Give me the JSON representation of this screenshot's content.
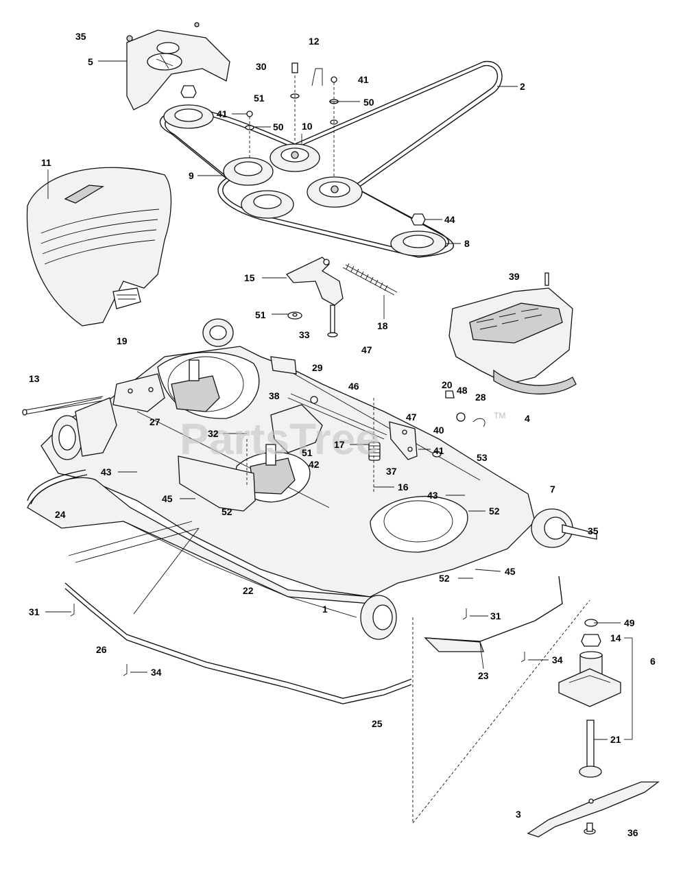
{
  "watermark": {
    "text": "PartsTree",
    "trademark": "TM"
  },
  "callouts": [
    {
      "id": "c35a",
      "text": "35"
    },
    {
      "id": "c5",
      "text": "5"
    },
    {
      "id": "c12",
      "text": "12"
    },
    {
      "id": "c30",
      "text": "30"
    },
    {
      "id": "c41a",
      "text": "41"
    },
    {
      "id": "c2",
      "text": "2"
    },
    {
      "id": "c51a",
      "text": "51"
    },
    {
      "id": "c50a",
      "text": "50"
    },
    {
      "id": "c41b",
      "text": "41"
    },
    {
      "id": "c50b",
      "text": "50"
    },
    {
      "id": "c10",
      "text": "10"
    },
    {
      "id": "c11",
      "text": "11"
    },
    {
      "id": "c9",
      "text": "9"
    },
    {
      "id": "c44",
      "text": "44"
    },
    {
      "id": "c8",
      "text": "8"
    },
    {
      "id": "c15",
      "text": "15"
    },
    {
      "id": "c39",
      "text": "39"
    },
    {
      "id": "c51b",
      "text": "51"
    },
    {
      "id": "c33",
      "text": "33"
    },
    {
      "id": "c18",
      "text": "18"
    },
    {
      "id": "c19",
      "text": "19"
    },
    {
      "id": "c47a",
      "text": "47"
    },
    {
      "id": "c29",
      "text": "29"
    },
    {
      "id": "c46",
      "text": "46"
    },
    {
      "id": "c13",
      "text": "13"
    },
    {
      "id": "c38",
      "text": "38"
    },
    {
      "id": "c20",
      "text": "20"
    },
    {
      "id": "c48",
      "text": "48"
    },
    {
      "id": "c28",
      "text": "28"
    },
    {
      "id": "c27",
      "text": "27"
    },
    {
      "id": "c47b",
      "text": "47"
    },
    {
      "id": "c4",
      "text": "4"
    },
    {
      "id": "c32",
      "text": "32"
    },
    {
      "id": "c40",
      "text": "40"
    },
    {
      "id": "c17",
      "text": "17"
    },
    {
      "id": "c41c",
      "text": "41"
    },
    {
      "id": "c53",
      "text": "53"
    },
    {
      "id": "c51c",
      "text": "51"
    },
    {
      "id": "c42",
      "text": "42"
    },
    {
      "id": "c43a",
      "text": "43"
    },
    {
      "id": "c37",
      "text": "37"
    },
    {
      "id": "c24",
      "text": "24"
    },
    {
      "id": "c16",
      "text": "16"
    },
    {
      "id": "c7",
      "text": "7"
    },
    {
      "id": "c45a",
      "text": "45"
    },
    {
      "id": "c43b",
      "text": "43"
    },
    {
      "id": "c52a",
      "text": "52"
    },
    {
      "id": "c52b",
      "text": "52"
    },
    {
      "id": "c35b",
      "text": "35"
    },
    {
      "id": "c52c",
      "text": "52"
    },
    {
      "id": "c45b",
      "text": "45"
    },
    {
      "id": "c22",
      "text": "22"
    },
    {
      "id": "c1",
      "text": "1"
    },
    {
      "id": "c31a",
      "text": "31"
    },
    {
      "id": "c31b",
      "text": "31"
    },
    {
      "id": "c49",
      "text": "49"
    },
    {
      "id": "c26",
      "text": "26"
    },
    {
      "id": "c14",
      "text": "14"
    },
    {
      "id": "c6",
      "text": "6"
    },
    {
      "id": "c23",
      "text": "23"
    },
    {
      "id": "c34a",
      "text": "34"
    },
    {
      "id": "c34b",
      "text": "34"
    },
    {
      "id": "c25",
      "text": "25"
    },
    {
      "id": "c21",
      "text": "21"
    },
    {
      "id": "c3",
      "text": "3"
    },
    {
      "id": "c36",
      "text": "36"
    }
  ]
}
